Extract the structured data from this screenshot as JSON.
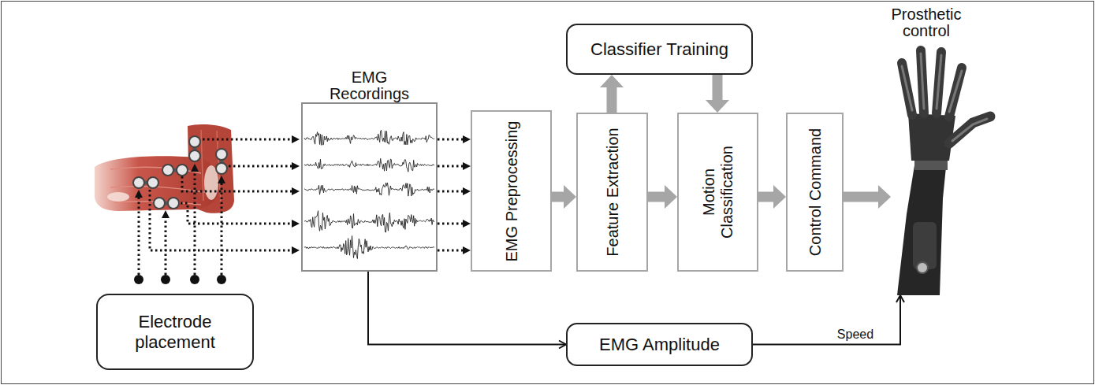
{
  "diagram": {
    "nodes": [
      {
        "text": [
          "EMG Recordings"
        ]
      },
      {
        "text": [
          "EMG Preprocessing"
        ]
      },
      {
        "text": [
          "Classifier Training"
        ]
      },
      {
        "text": [
          "Feature Extraction"
        ]
      },
      {
        "text": [
          "Motion Classification"
        ]
      },
      {
        "text": [
          "Control Command"
        ]
      },
      {
        "text": [
          "Prosthetic control"
        ]
      },
      {
        "text": [
          "Electrode placement"
        ]
      },
      {
        "text": [
          "EMG Amplitude"
        ]
      }
    ],
    "edges": [
      {
        "from": 0,
        "to": 1,
        "arrow": "to"
      },
      {
        "from": 0,
        "to": 1,
        "arrow": "to"
      },
      {
        "from": 0,
        "to": 1,
        "arrow": "to"
      },
      {
        "from": 0,
        "to": 1,
        "arrow": "to"
      },
      {
        "from": 0,
        "to": 1,
        "arrow": "to"
      },
      {
        "from": 1,
        "to": 3,
        "arrow": "to"
      },
      {
        "from": 3,
        "to": 2,
        "arrow": "to"
      },
      {
        "from": 2,
        "to": 4,
        "arrow": "to"
      },
      {
        "from": 3,
        "to": 4,
        "arrow": "to"
      },
      {
        "from": 4,
        "to": 5,
        "arrow": "to"
      },
      {
        "from": 5,
        "to": 6,
        "arrow": "to"
      },
      {
        "from": 0,
        "to": 8,
        "arrow": "to"
      },
      {
        "from": 8,
        "to": 6,
        "label": "Speed",
        "arrow": "to"
      }
    ]
  }
}
